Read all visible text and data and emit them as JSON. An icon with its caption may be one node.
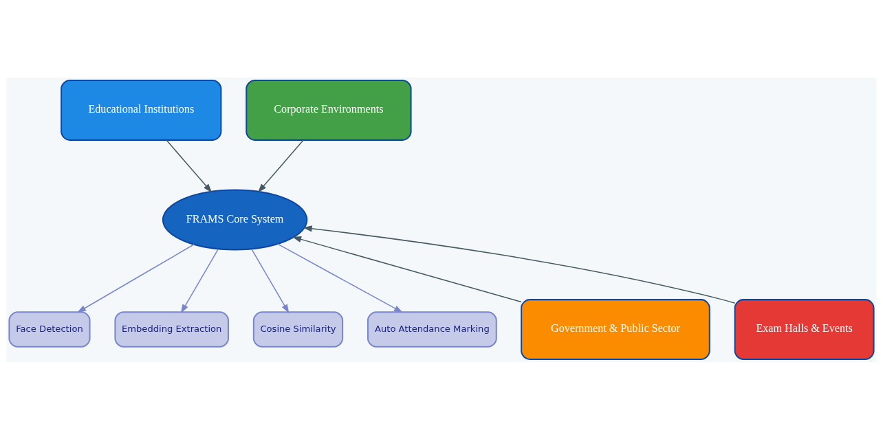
{
  "diagram": {
    "nodes": [
      {
        "text": [
          "Educational Institutions"
        ]
      },
      {
        "text": [
          "Corporate Environments"
        ]
      },
      {
        "text": [
          "FRAMS Core System"
        ]
      },
      {
        "text": [
          "Government & Public Sector"
        ]
      },
      {
        "text": [
          "Face Detection"
        ]
      },
      {
        "text": [
          "Embedding Extraction"
        ]
      },
      {
        "text": [
          "Cosine Similarity"
        ]
      },
      {
        "text": [
          "Auto Attendance Marking"
        ]
      },
      {
        "text": [
          "Exam Halls & Events"
        ]
      }
    ],
    "edges": [
      {
        "from": 0,
        "to": 2,
        "arrow": "to"
      },
      {
        "from": 1,
        "to": 2,
        "arrow": "to"
      },
      {
        "from": 3,
        "to": 2,
        "arrow": "to"
      },
      {
        "from": 8,
        "to": 2,
        "arrow": "to"
      },
      {
        "from": 2,
        "to": 4,
        "arrow": "to",
        "color": "#7986cb"
      },
      {
        "from": 2,
        "to": 5,
        "arrow": "to",
        "color": "#7986cb"
      },
      {
        "from": 2,
        "to": 6,
        "arrow": "to",
        "color": "#7986cb"
      },
      {
        "from": 2,
        "to": 7,
        "arrow": "to",
        "color": "#7986cb"
      }
    ]
  }
}
